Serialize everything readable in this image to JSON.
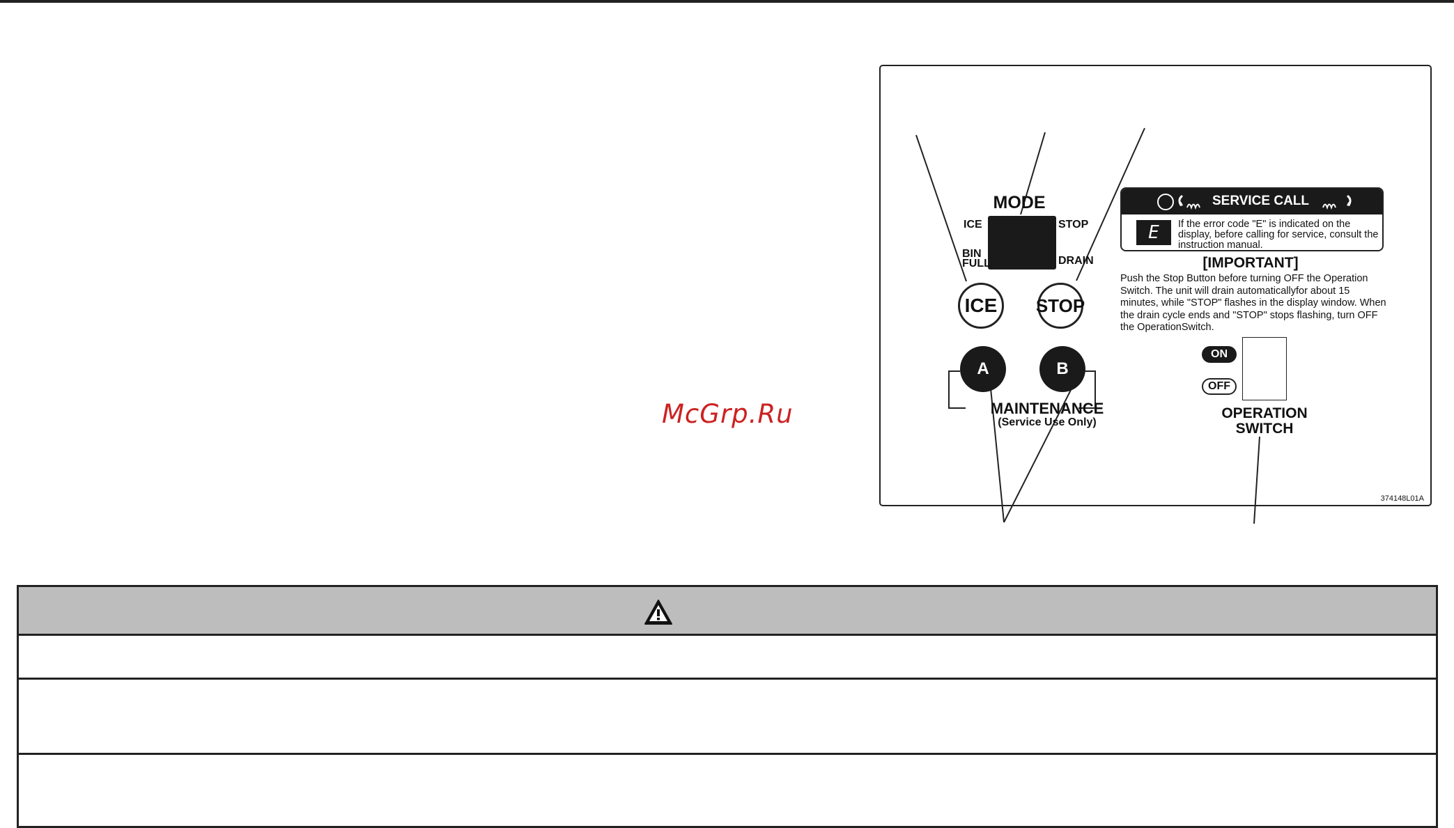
{
  "panel": {
    "mode_title": "MODE",
    "labels": {
      "ice": "ICE",
      "stop": "STOP",
      "bin": "BIN",
      "full": "FULL",
      "drain": "DRAIN"
    },
    "buttons": {
      "ice": "ICE",
      "stop": "STOP",
      "a": "A",
      "b": "B"
    },
    "maintenance": {
      "title": "MAINTENANCE",
      "subtitle": "(Service Use Only)"
    },
    "service_call": {
      "title": "SERVICE CALL",
      "code": "E",
      "text": "If the error code \"E\" is indicated on the display, before calling for service, consult the instruction manual."
    },
    "important": {
      "title": "[IMPORTANT]",
      "text": "Push the Stop Button before turning OFF the Operation Switch.  The unit will drain automaticallyfor about 15 minutes, while \"STOP\" flashes in the display window. When the drain cycle ends and \"STOP\" stops flashing, turn OFF the OperationSwitch."
    },
    "operation_switch": {
      "on_label": "ON",
      "off_label": "OFF",
      "line1": "OPERATION",
      "line2": "SWITCH"
    },
    "part_code": "374148L01A"
  },
  "watermark": "McGrp.Ru",
  "warning_table": {
    "header_icon": "warning-triangle-icon",
    "rows": [
      "",
      "",
      ""
    ]
  },
  "colors": {
    "header_gray": "#bdbdbd",
    "watermark_red": "#cc2222",
    "ink": "#1a1a1a"
  }
}
